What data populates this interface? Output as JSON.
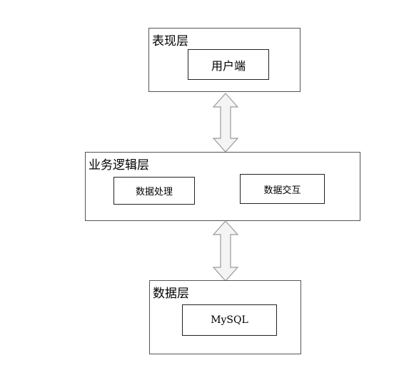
{
  "presentation_layer": {
    "title": "表现层",
    "client_box": "用户端"
  },
  "business_layer": {
    "title": "业务逻辑层",
    "processing_box": "数据处理",
    "interaction_box": "数据交互"
  },
  "data_layer": {
    "title": "数据层",
    "db_box": "MySQL"
  },
  "colors": {
    "border": "#555555",
    "arrow_stroke": "#9a9a9a",
    "arrow_fill": "#f4f4f4"
  }
}
